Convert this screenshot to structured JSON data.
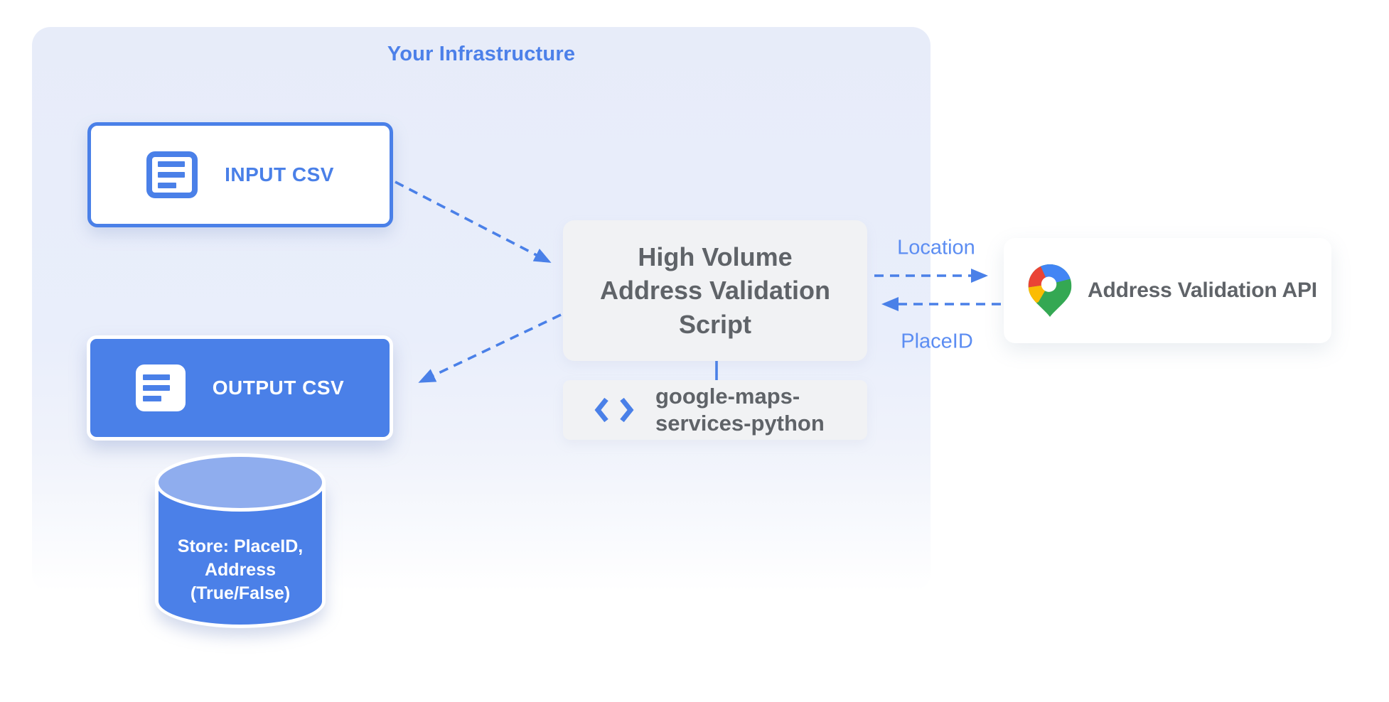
{
  "infrastructure": {
    "title": "Your Infrastructure"
  },
  "nodes": {
    "input_csv": {
      "label": "INPUT CSV",
      "icon": "document-icon"
    },
    "output_csv": {
      "label": "OUTPUT CSV",
      "icon": "document-icon"
    },
    "datastore": {
      "label": "Store: PlaceID,\nAddress\n(True/False)",
      "shape": "cylinder"
    },
    "script": {
      "label": "High Volume\nAddress Validation\nScript"
    },
    "library": {
      "label": "google-maps-\nservices-python",
      "icon": "code-icon"
    },
    "api": {
      "label": "Address Validation API",
      "icon": "google-maps-pin-icon"
    }
  },
  "edges": {
    "input_to_script": {
      "from": "input_csv",
      "to": "script",
      "style": "dashed"
    },
    "script_to_output": {
      "from": "script",
      "to": "output_csv",
      "style": "dashed"
    },
    "script_to_api": {
      "from": "script",
      "to": "api",
      "style": "dashed",
      "label": "Location"
    },
    "api_to_script": {
      "from": "api",
      "to": "script",
      "style": "dashed",
      "label": "PlaceID"
    },
    "script_to_library": {
      "from": "script",
      "to": "library",
      "style": "solid"
    }
  },
  "colors": {
    "primary_blue": "#4a80e8",
    "cylinder_top_blue": "#8fadee",
    "edge_label_blue": "#5c8df2",
    "panel_lavender": "#e8edfa",
    "box_gray": "#f1f2f4",
    "text_gray": "#5f6368",
    "pin_blue": "#4285f4",
    "pin_red": "#ea4335",
    "pin_yellow": "#fbbc04",
    "pin_green": "#34a853"
  }
}
